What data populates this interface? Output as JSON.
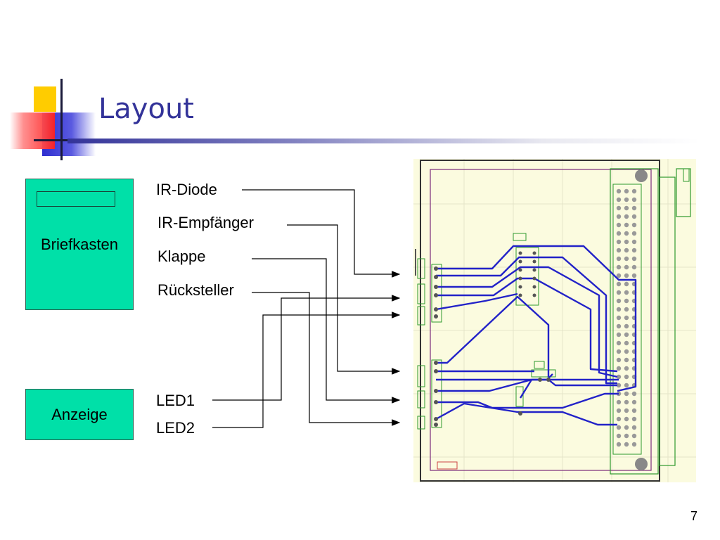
{
  "title": "Layout",
  "boxes": {
    "briefkasten": "Briefkasten",
    "anzeige": "Anzeige"
  },
  "signals": {
    "ir_diode": "IR-Diode",
    "ir_empfaenger": "IR-Empfänger",
    "klappe": "Klappe",
    "ruecksteller": "Rücksteller",
    "led1": "LED1",
    "led2": "LED2"
  },
  "page_number": "7",
  "colors": {
    "title": "#333399",
    "box_fill": "#00e0a8",
    "pcb_bg": "#fbfbdf",
    "trace": "#2222c8",
    "outline": "#2e9a2e"
  }
}
